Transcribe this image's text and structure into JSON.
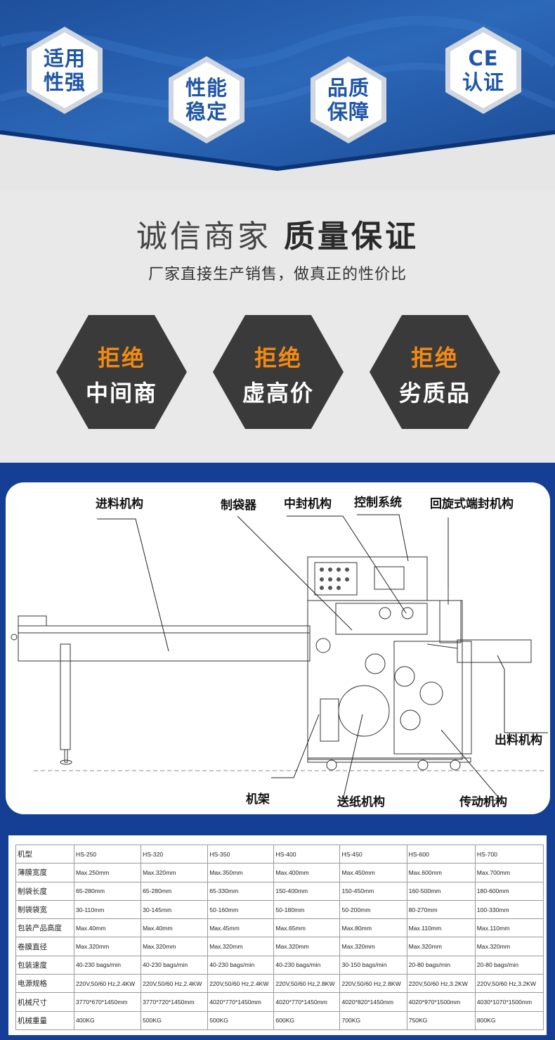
{
  "badges": [
    {
      "line1": "适用",
      "line2": "性强"
    },
    {
      "line1": "性能",
      "line2": "稳定"
    },
    {
      "line1": "品质",
      "line2": "保障"
    },
    {
      "line1": "CE",
      "line2": "认证"
    }
  ],
  "slogan": {
    "headline_light": "诚信商家",
    "headline_bold": "质量保证",
    "subline": "厂家直接生产销售，做真正的性价比"
  },
  "rejects": [
    {
      "top": "拒绝",
      "bottom": "中间商"
    },
    {
      "top": "拒绝",
      "bottom": "虚高价"
    },
    {
      "top": "拒绝",
      "bottom": "劣质品"
    }
  ],
  "diagram": {
    "labels": {
      "feed": "进料机构",
      "bag_maker": "制袋器",
      "center_seal": "中封机构",
      "control": "控制系统",
      "end_seal": "回旋式端封机构",
      "outfeed": "出料机构",
      "frame": "机架",
      "paper_feed": "送纸机构",
      "transmission": "传动机构"
    }
  },
  "spec_table": {
    "rows": [
      {
        "label": "机型",
        "values": [
          "HS-250",
          "HS-320",
          "HS-350",
          "HS-400",
          "HS-450",
          "HS-600",
          "HS-700"
        ]
      },
      {
        "label": "薄膜宽度",
        "values": [
          "Max.250mm",
          "Max.320mm",
          "Max.350mm",
          "Max.400mm",
          "Max.450mm",
          "Max.600mm",
          "Max.700mm"
        ]
      },
      {
        "label": "制袋长度",
        "values": [
          "65-280mm",
          "65-280mm",
          "65-330mm",
          "150-400mm",
          "150-450mm",
          "160-500mm",
          "180-600mm"
        ]
      },
      {
        "label": "制袋袋宽",
        "values": [
          "30-110mm",
          "30-145mm",
          "50-160mm",
          "50-180mm",
          "50-200mm",
          "80-270mm",
          "100-330mm"
        ]
      },
      {
        "label": "包装产品高度",
        "values": [
          "Max.40mm",
          "Max.40mm",
          "Max.45mm",
          "Max.65mm",
          "Max.80mm",
          "Max.110mm",
          "Max.110mm"
        ]
      },
      {
        "label": "卷膜直径",
        "values": [
          "Max.320mm",
          "Max.320mm",
          "Max.320mm",
          "Max.320mm",
          "Max.320mm",
          "Max.320mm",
          "Max.320mm"
        ]
      },
      {
        "label": "包装速度",
        "values": [
          "40-230 bags/min",
          "40-230 bags/min",
          "40-230 bags/min",
          "40-230 bags/min",
          "30-150 bags/min",
          "20-80  bags/min",
          "20-80  bags/min"
        ]
      },
      {
        "label": "电源规格",
        "values": [
          "220V,50/60 Hz,2.4KW",
          "220V,50/60 Hz,2.4KW",
          "220V,50/60 Hz,2.4KW",
          "220V,50/60 Hz,2.8KW",
          "220V,50/60 Hz,2.8KW",
          "220V,50/60 Hz,3.2KW",
          "220V,50/60 Hz,3.2KW"
        ]
      },
      {
        "label": "机械尺寸",
        "values": [
          "3770*670*1450mm",
          "3770*720*1450mm",
          "4020*770*1450mm",
          "4020*770*1450mm",
          "4020*820*1450mm",
          "4020*970*1500mm",
          "4030*1070*1500mm"
        ]
      },
      {
        "label": "机械重量",
        "values": [
          "400KG",
          "500KG",
          "500KG",
          "600KG",
          "700KG",
          "750KG",
          "800KG"
        ]
      }
    ]
  }
}
